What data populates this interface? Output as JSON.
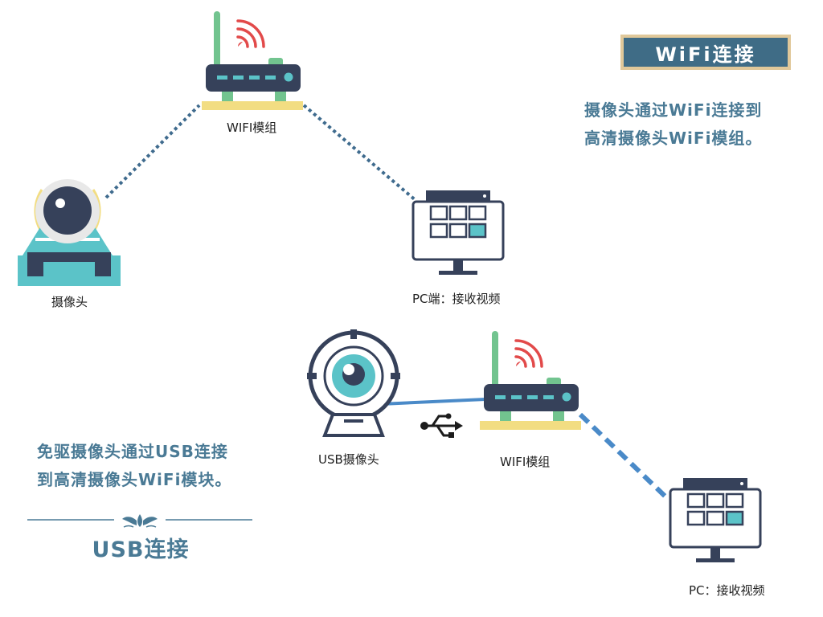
{
  "wifi_section": {
    "badge": "WiFi连接",
    "description": [
      "摄像头通过WiFi连接到",
      "高清摄像头WiFi模组。"
    ],
    "labels": {
      "router": "WIFI模组",
      "camera": "摄像头",
      "pc": "PC端：接收视频"
    }
  },
  "usb_section": {
    "title": "USB连接",
    "description": [
      "免驱摄像头通过USB连接",
      "到高清摄像头WiFi模块。"
    ],
    "labels": {
      "camera": "USB摄像头",
      "router": "WIFI模组",
      "pc": "PC：接收视频"
    }
  },
  "colors": {
    "dark_navy": "#36415a",
    "teal": "#5bc3c8",
    "green": "#72c48f",
    "yellow": "#f2dd82",
    "red_signal": "#e24a4a",
    "dotted_link": "#3f6b8e",
    "cable_blue": "#4a8ac8",
    "text_blue": "#4a7a95",
    "badge_bg": "#3f6c86",
    "badge_border": "#e0c89a"
  },
  "icons": {
    "router": "wifi-router-icon",
    "camera": "dome-camera-icon",
    "webcam": "usb-webcam-icon",
    "monitor": "monitor-icon",
    "usb": "usb-symbol-icon",
    "ornament": "lotus-ornament-icon"
  }
}
